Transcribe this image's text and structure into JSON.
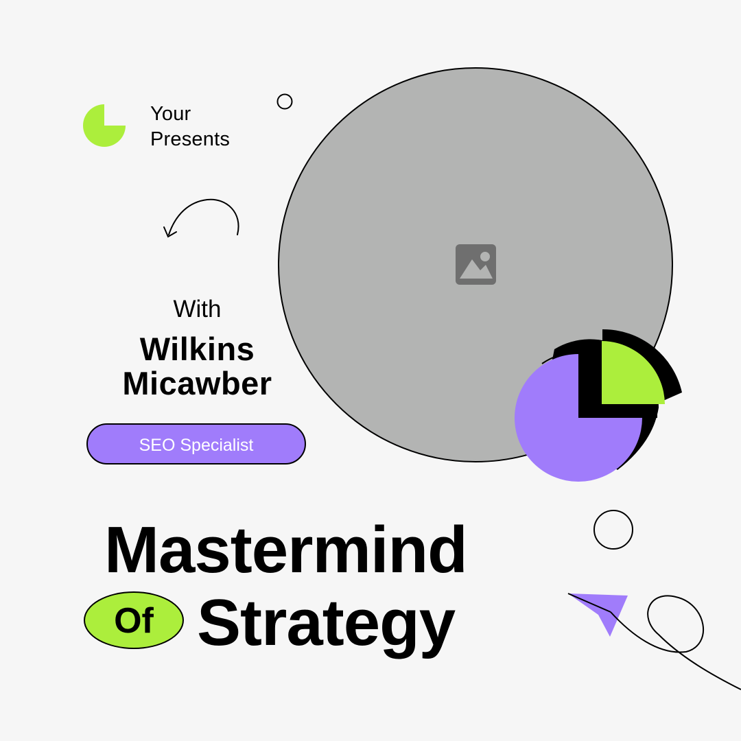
{
  "brand": {
    "line1": "Your",
    "line2": "Presents"
  },
  "presenter": {
    "intro": "With",
    "first_name": "Wilkins",
    "last_name": "Micawber",
    "role": "SEO Specialist"
  },
  "headline": {
    "line1": "Mastermind",
    "connector": "Of",
    "line2": "Strategy"
  },
  "colors": {
    "background": "#f6f6f6",
    "lime": "#acee3c",
    "purple": "#a07cfb",
    "photo_placeholder": "#b3b4b3",
    "ink": "#000000"
  },
  "icons": {
    "logo": "pie-quarter-logo-icon",
    "photo": "image-placeholder-icon",
    "arrow": "curved-arrow-icon",
    "pie": "pie-chart-icon",
    "plane": "paper-plane-icon"
  }
}
